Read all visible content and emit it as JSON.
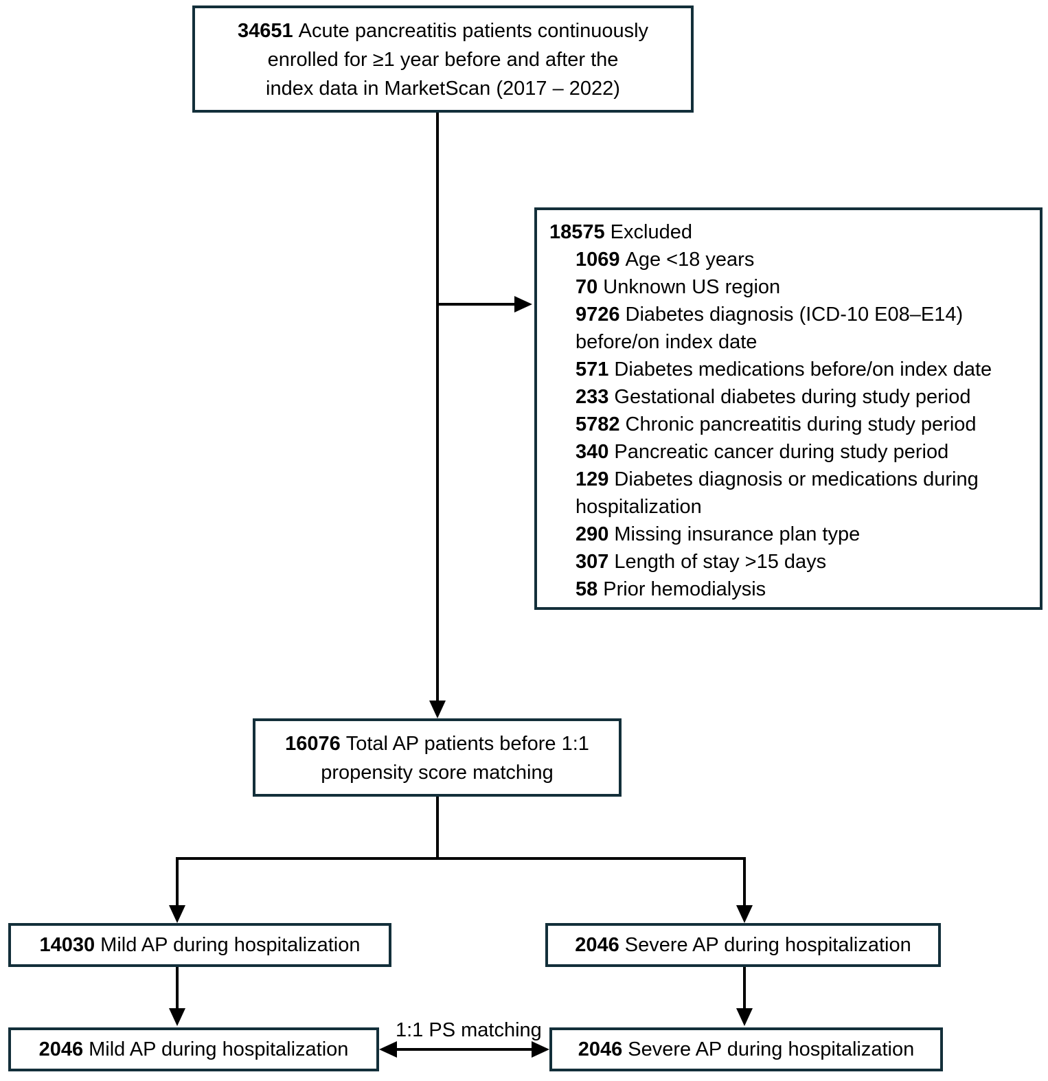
{
  "diagram": {
    "boxes": {
      "enrolled": {
        "count": "34651",
        "line1": "Acute pancreatitis patients continuously",
        "line2": "enrolled for ≥1 year before and after the",
        "line3": "index data in MarketScan (2017 – 2022)"
      },
      "excluded": {
        "count": "18575",
        "label": "Excluded",
        "items": [
          {
            "count": "1069",
            "text": "Age <18 years"
          },
          {
            "count": "70",
            "text": "Unknown US region"
          },
          {
            "count": "9726",
            "text": "Diabetes diagnosis (ICD-10 E08–E14)",
            "text2": "before/on index date"
          },
          {
            "count": "571",
            "text": "Diabetes medications before/on index date"
          },
          {
            "count": "233",
            "text": "Gestational diabetes during study period"
          },
          {
            "count": "5782",
            "text": "Chronic pancreatitis during study period"
          },
          {
            "count": "340",
            "text": "Pancreatic cancer during study period"
          },
          {
            "count": "129",
            "text": "Diabetes diagnosis or medications during",
            "text2": "hospitalization"
          },
          {
            "count": "290",
            "text": "Missing insurance plan type"
          },
          {
            "count": "307",
            "text": "Length of stay >15 days"
          },
          {
            "count": "58",
            "text": "Prior hemodialysis"
          }
        ]
      },
      "total": {
        "count": "16076",
        "line1": "Total AP patients before 1:1",
        "line2": "propensity score matching"
      },
      "mild_unmatched": {
        "count": "14030",
        "text": "Mild AP during hospitalization"
      },
      "severe_unmatched": {
        "count": "2046",
        "text": "Severe AP during hospitalization"
      },
      "mild_matched": {
        "count": "2046",
        "text": "Mild AP during hospitalization"
      },
      "severe_matched": {
        "count": "2046",
        "text": "Severe AP during hospitalization"
      }
    },
    "labels": {
      "ps_matching": "1:1 PS matching"
    },
    "colors": {
      "box_border": "#132f3a",
      "arrow": "#000000",
      "background": "#ffffff",
      "text": "#000000"
    }
  }
}
